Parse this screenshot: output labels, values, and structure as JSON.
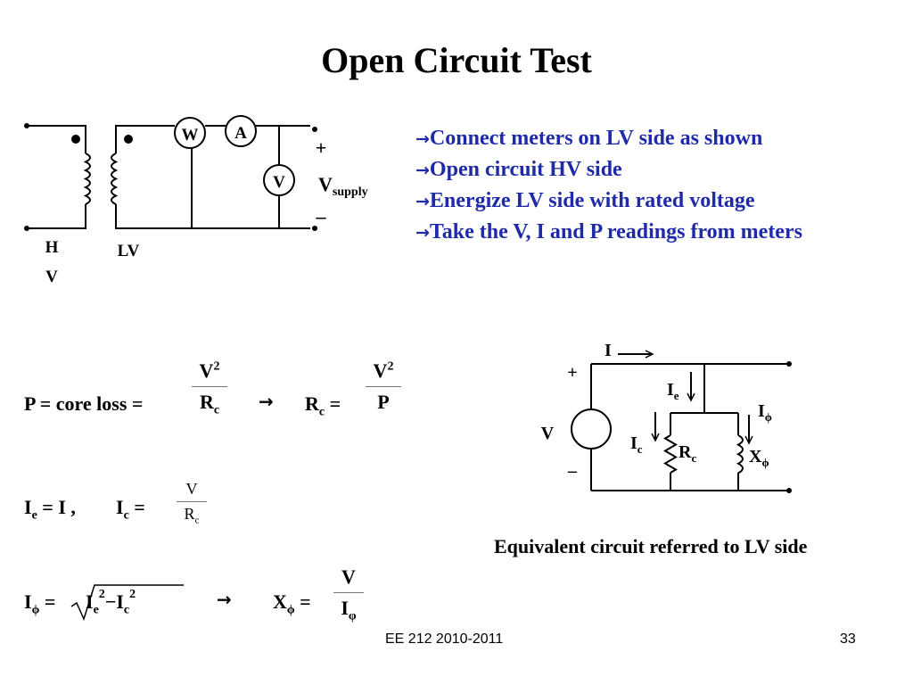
{
  "slide": {
    "title": "Open Circuit Test",
    "bullets": [
      "Connect meters on LV side as shown",
      "Open circuit HV side",
      "Energize LV side with rated voltage",
      "Take the V, I and P readings from meters"
    ],
    "bullet_arrow": "→",
    "colors": {
      "bullet_text": "#1f2aa8",
      "text": "#000000"
    }
  },
  "circuit1": {
    "hv_label_1": "H",
    "hv_label_2": "V",
    "lv_label": "LV",
    "wattmeter": "W",
    "ammeter": "A",
    "voltmeter": "V",
    "plus": "+",
    "minus": "–",
    "vsupply_main": "V",
    "vsupply_sub": "supply"
  },
  "circuit2": {
    "current_label": "I",
    "plus": "+",
    "minus": "–",
    "voltage_label": "V",
    "ie_main": "I",
    "ie_sub": "e",
    "iphi_main": "I",
    "iphi_sub": "ϕ",
    "ic_main": "I",
    "ic_sub": "c",
    "rc_main": "R",
    "rc_sub": "c",
    "xphi_main": "X",
    "xphi_sub": "ϕ",
    "caption": "Equivalent circuit referred to LV side"
  },
  "equations": {
    "eq1_lhs": "P = core loss =",
    "eq1_frac1_num": "V",
    "eq1_frac1_num_sup": "2",
    "eq1_frac1_den": "R",
    "eq1_frac1_den_sub": "c",
    "arrow": "→",
    "eq1_rc": "R",
    "eq1_rc_sub": "c",
    "eq1_eq": "=",
    "eq1_frac2_num": "V",
    "eq1_frac2_num_sup": "2",
    "eq1_frac2_den": "P",
    "eq2_ie": "I",
    "eq2_ie_sub": "e",
    "eq2_ie_rhs": "= I ,",
    "eq2_ic": "I",
    "eq2_ic_sub": "c",
    "eq2_eq": "=",
    "eq2_frac_num": "V",
    "eq2_frac_den": "R",
    "eq2_frac_den_sub": "c",
    "eq3_i": "I",
    "eq3_i_sub": "ϕ",
    "eq3_eq": "=",
    "eq3_ie": "I",
    "eq3_ie_sub": "e",
    "eq3_sup": "2",
    "eq3_minus": "−",
    "eq3_ic": "I",
    "eq3_ic_sub": "c",
    "eq3_ic_sup": "2",
    "eq3_x": "X",
    "eq3_x_sub": "ϕ",
    "eq3_x_eq": "=",
    "eq3_frac_num": "V",
    "eq3_frac_den": "I",
    "eq3_frac_den_sub": "φ"
  },
  "footer": {
    "course": "EE 212 2010-2011",
    "page_number": "33"
  }
}
